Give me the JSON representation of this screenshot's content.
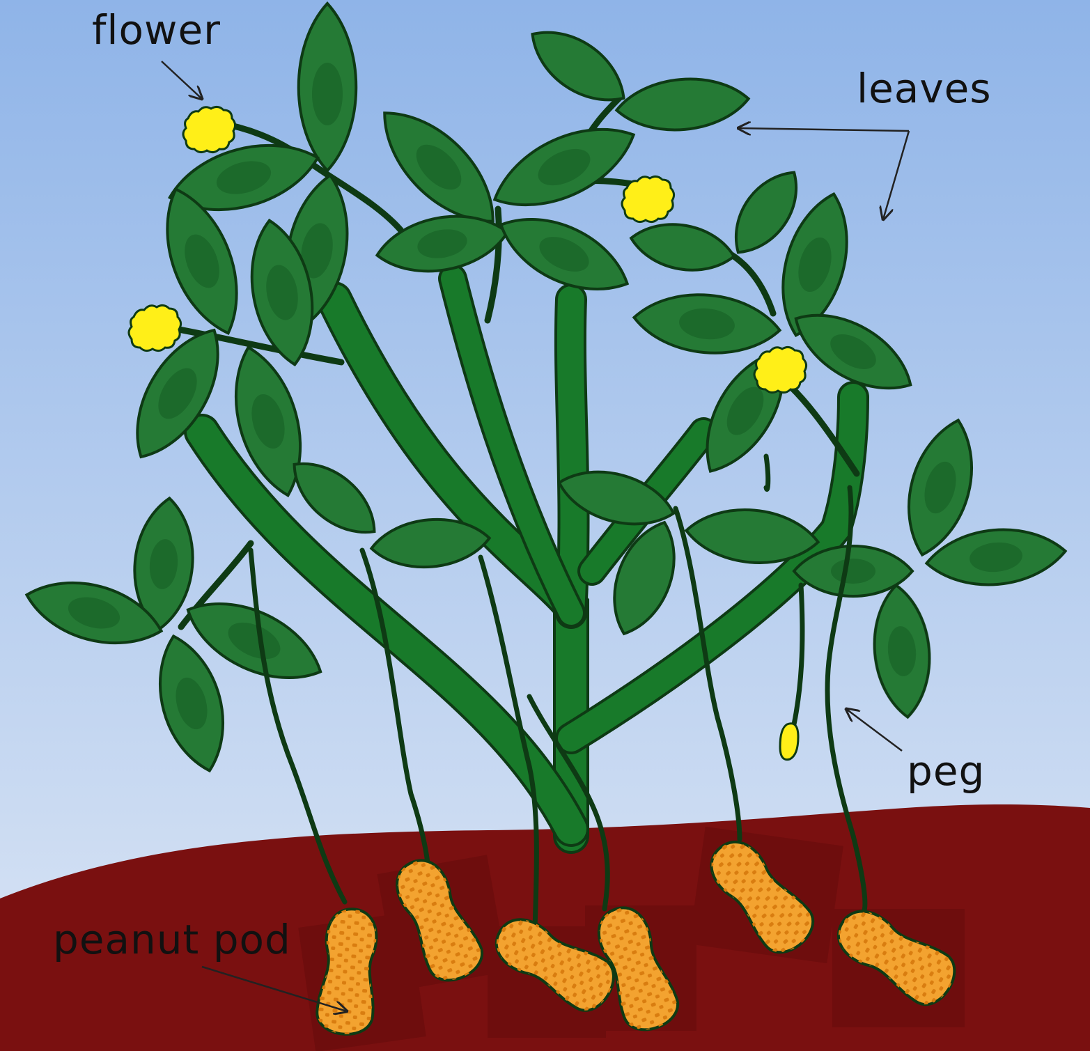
{
  "labels": {
    "flower": "flower",
    "leaves": "leaves",
    "peg": "peg",
    "peanut_pod": "peanut pod"
  },
  "colors": {
    "sky_top": "#8fb4e8",
    "sky_bottom": "#dce6f5",
    "soil": "#7a1010",
    "soil_dark": "#650c0c",
    "stem": "#187a2a",
    "leaf": "#257a35",
    "leaf_center": "#1c6a2b",
    "outline": "#0e3a14",
    "flower": "#ffef18",
    "pod": "#f3a330",
    "pod_dots": "#d97d10",
    "arrow": "#222222"
  },
  "icons": {
    "flower": "flower-icon",
    "pod": "peanut-pod-icon",
    "leaf": "leaf-icon"
  }
}
